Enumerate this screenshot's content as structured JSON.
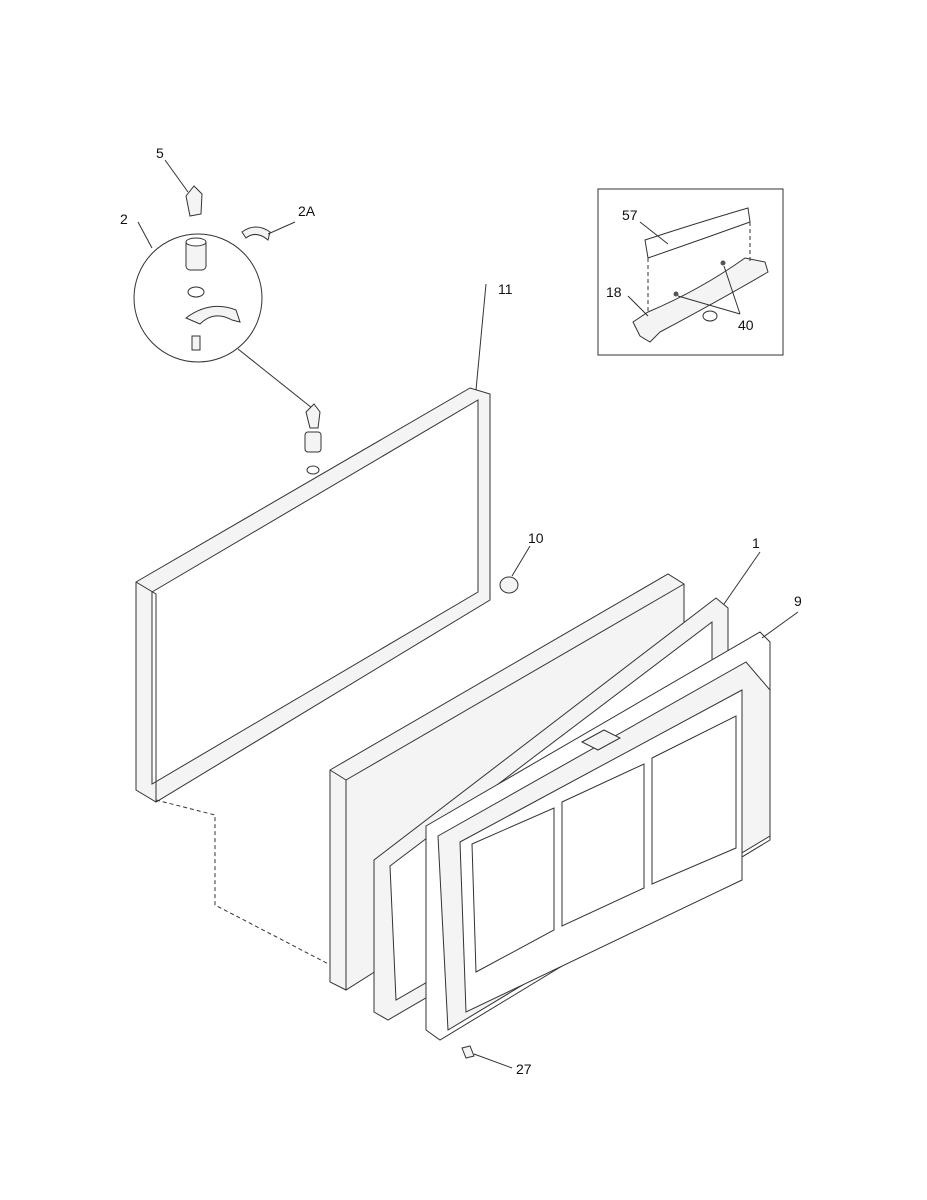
{
  "callouts": {
    "c5": "5",
    "c2": "2",
    "c2a": "2A",
    "c11": "11",
    "c10": "10",
    "c1": "1",
    "c9": "9",
    "c27": "27",
    "c57": "57",
    "c18": "18",
    "c40": "40"
  }
}
